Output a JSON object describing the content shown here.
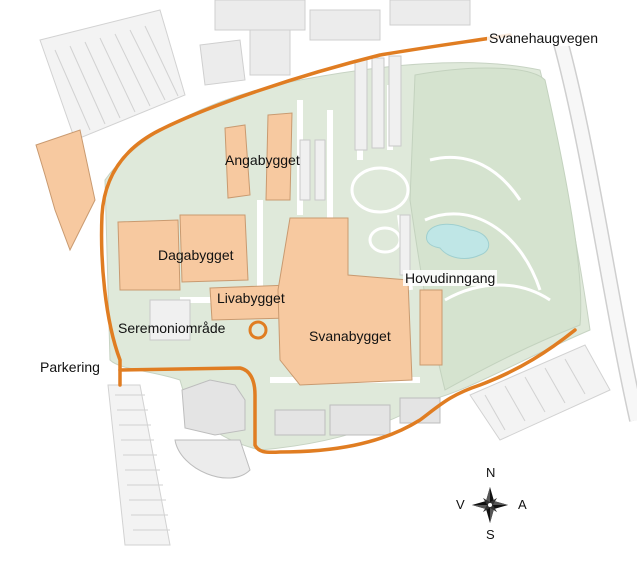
{
  "map": {
    "labels": {
      "svanehaugvegen": "Svanehaugvegen",
      "angabygget": "Angabygget",
      "dagabygget": "Dagabygget",
      "livabygget": "Livabygget",
      "svanabygget": "Svanabygget",
      "hovudinngang": "Hovudinngang",
      "seremoniomrade": "Seremoniområde",
      "parkering": "Parkering"
    },
    "compass": {
      "n": "N",
      "s": "S",
      "e": "A",
      "w": "V"
    },
    "colors": {
      "building_highlight": "#f7c9a0",
      "building_other": "#e6e6e6",
      "green_area": "#dde8d8",
      "route": "#e07d22",
      "road": "#ffffff",
      "road_outline": "#c9c9c9"
    }
  }
}
